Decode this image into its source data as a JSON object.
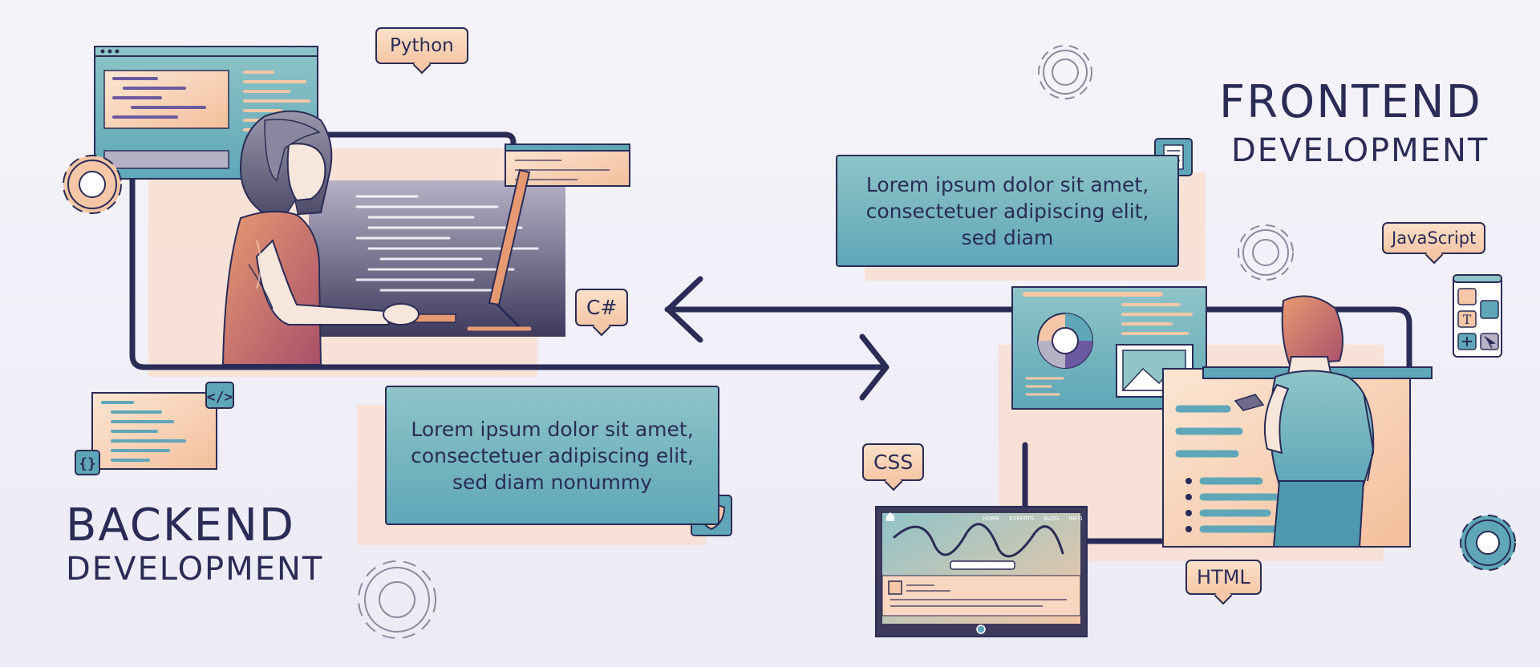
{
  "headings": {
    "frontend_line1": "FRONTEND",
    "frontend_line2": "DEVELOPMENT",
    "backend_line1": "BACKEND",
    "backend_line2": "DEVELOPMENT"
  },
  "language_tags": {
    "python": "Python",
    "csharp": "C#",
    "javascript": "JavaScript",
    "css": "CSS",
    "html": "HTML"
  },
  "text_cards": {
    "frontend_text": "Lorem ipsum dolor sit amet, consectetuer adipiscing elit, sed diam",
    "backend_text": "Lorem ipsum dolor sit amet, consectetuer adipiscing elit, sed diam nonummy"
  },
  "website_mockup": {
    "nav": [
      "HOME",
      "EXPERTS",
      "BLOG",
      "INFO"
    ]
  },
  "colors": {
    "navy": "#2a2c57",
    "teal": "#5fa7b8",
    "peach": "#f5c7a6",
    "background": "#f1eff7"
  }
}
